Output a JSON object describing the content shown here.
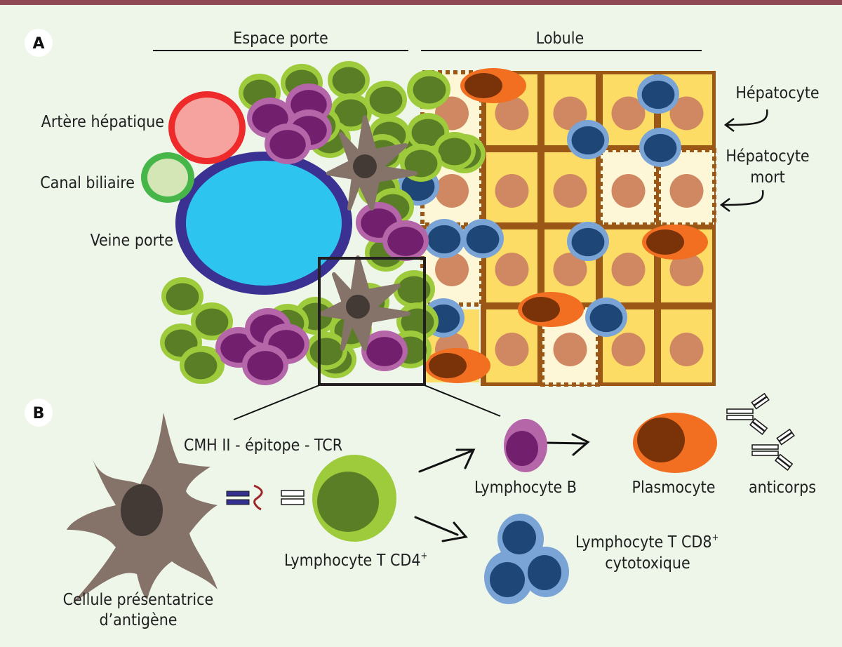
{
  "panels": {
    "a": {
      "badge": "A"
    },
    "b": {
      "badge": "B"
    }
  },
  "headers": {
    "espace_porte": "Espace porte",
    "lobule": "Lobule"
  },
  "structure_labels": {
    "artere": "Artère hépatique",
    "canal": "Canal biliaire",
    "veine": "Veine porte",
    "hepatocyte": "Hépatocyte",
    "hepatocyte_mort_line1": "Hépatocyte",
    "hepatocyte_mort_line2": "mort"
  },
  "panel_b_labels": {
    "cpa_line1": "Cellule présentatrice",
    "cpa_line2": "d’antigène",
    "complex": "CMH II - épitope - TCR",
    "cd4": "Lymphocyte T CD4",
    "cd4_sup": "+",
    "lymph_b": "Lymphocyte B",
    "plasmocyte": "Plasmocyte",
    "anticorps": "anticorps",
    "cd8_line1": "Lymphocyte T CD8",
    "cd8_sup": "+",
    "cd8_line2": "cytotoxique"
  },
  "colors": {
    "background": "#eef6e9",
    "top_bar": "#8f4a56",
    "artery_ring": "#ee2a2a",
    "artery_fill": "#f6a3a0",
    "bile_ring": "#46b649",
    "bile_fill": "#d4e6b5",
    "vein_ring": "#3a3192",
    "vein_fill": "#2ec4f0",
    "cd4_outer": "#9dcb3b",
    "cd4_inner": "#5a7e25",
    "b_outer": "#b466a8",
    "b_inner": "#72206e",
    "cd8_outer": "#7aa4d6",
    "cd8_inner": "#1e4677",
    "plasma_outer": "#f26f21",
    "plasma_inner": "#7a3309",
    "apc_body": "#85736a",
    "apc_nucleus": "#433a36",
    "hep_fill": "#fddc66",
    "hep_dead_fill": "#fdf7d8",
    "hep_border": "#9a5716",
    "hep_nucleus": "#cf8861",
    "mhc": "#33308f",
    "epitope": "#a0252a"
  },
  "lobule_grid": {
    "rows": 4,
    "cols": 5,
    "dead_cells": [
      [
        0,
        0
      ],
      [
        1,
        0
      ],
      [
        2,
        0
      ],
      [
        1,
        3
      ],
      [
        1,
        4
      ],
      [
        3,
        2
      ]
    ]
  }
}
